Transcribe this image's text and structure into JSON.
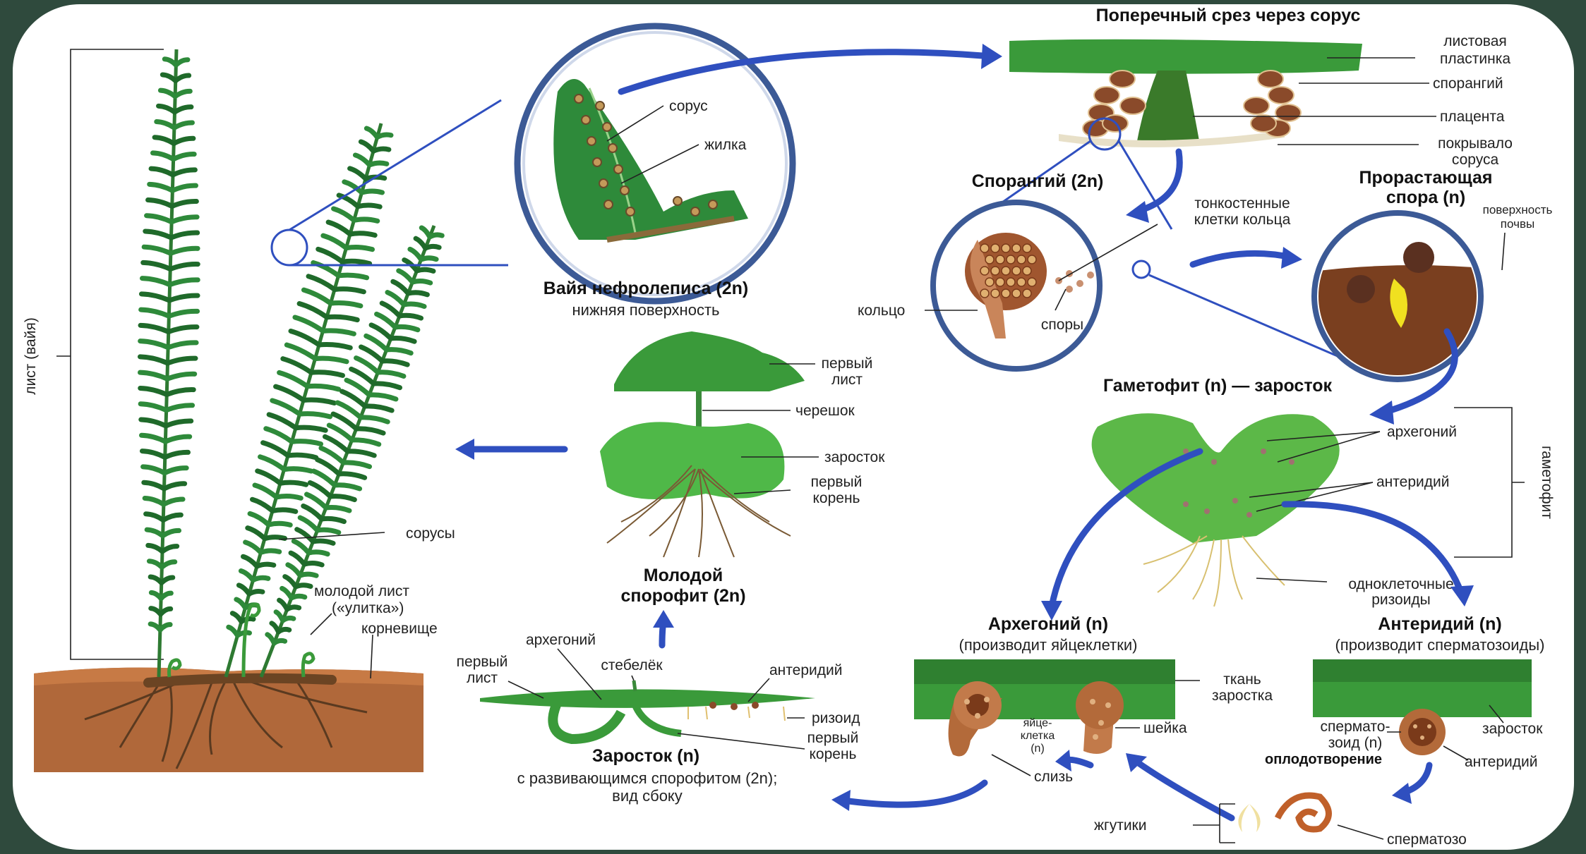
{
  "colors": {
    "arrow": "#2f4fbf",
    "leaf": "#2e8a3a",
    "leaf_dark": "#1f6a2a",
    "soil": "#b0683a",
    "sporangium": "#8a4a2a",
    "root": "#8a6a3a",
    "gametophyte": "#5cb848"
  },
  "labels": {
    "cross_section_title": "Поперечный срез через сорус",
    "leaf_blade": [
      "листовая",
      "пластинка"
    ],
    "sporangium": "спорангий",
    "placenta": "плацента",
    "indusium": [
      "покрывало",
      "соруса"
    ],
    "sorus": "сорус",
    "vein": "жилка",
    "frond_title": "Вайя нефролеписа (2n)",
    "frond_subtitle": "нижняя поверхность",
    "sporangium_title": "Спорангий (2n)",
    "thin_walled": [
      "тонкостенные",
      "клетки кольца"
    ],
    "annulus": "кольцо",
    "spores": "споры",
    "germinating_title": [
      "Прорастающая",
      "спора (n)"
    ],
    "soil_surface": [
      "поверхность",
      "почвы"
    ],
    "gametophyte_title": "Гаметофит (n) — заросток",
    "archegonium": "архегоний",
    "antheridium": "антеридий",
    "gametophyte_side": "гаметофит",
    "unicellular": [
      "одноклеточные",
      "ризоиды"
    ],
    "archegonium_title": "Архегоний (n)",
    "archegonium_sub": "(производит яйцеклетки)",
    "antheridium_title": "Антеридий (n)",
    "antheridium_sub": "(производит сперматозоиды)",
    "prothallus_tissue": [
      "ткань",
      "заростка"
    ],
    "egg_cell": [
      "яйце-",
      "клетка",
      "(n)"
    ],
    "neck": "шейка",
    "mucus": "слизь",
    "sperm_label": [
      "спермато-",
      "зоид (n)"
    ],
    "fertilization": "оплодотворение",
    "prothallus": "заросток",
    "antheridium_small": "антеридий",
    "flagella": "жгутики",
    "spermatozoid": "сперматозо",
    "first_leaf_young": [
      "первый",
      "лист"
    ],
    "petiole": "черешок",
    "prothallus_young": "заросток",
    "first_root_young": [
      "первый",
      "корень"
    ],
    "young_sporophyte": [
      "Молодой",
      "спорофит (2n)"
    ],
    "archegonium_side": "архегоний",
    "first_leaf_side": [
      "первый",
      "лист"
    ],
    "stem": "стебелёк",
    "antheridium_side": "антеридий",
    "rhizoid": "ризоид",
    "first_root_side": [
      "первый",
      "корень"
    ],
    "prothallus_side_title": "Заросток (n)",
    "prothallus_side_sub": [
      "с развивающимся спорофитом (2n);",
      "вид сбоку"
    ],
    "leaf_frond": "лист (вайя)",
    "sori": "сорусы",
    "young_leaf": [
      "молодой лист",
      "(«улитка»)"
    ],
    "rhizome": "корневище"
  }
}
